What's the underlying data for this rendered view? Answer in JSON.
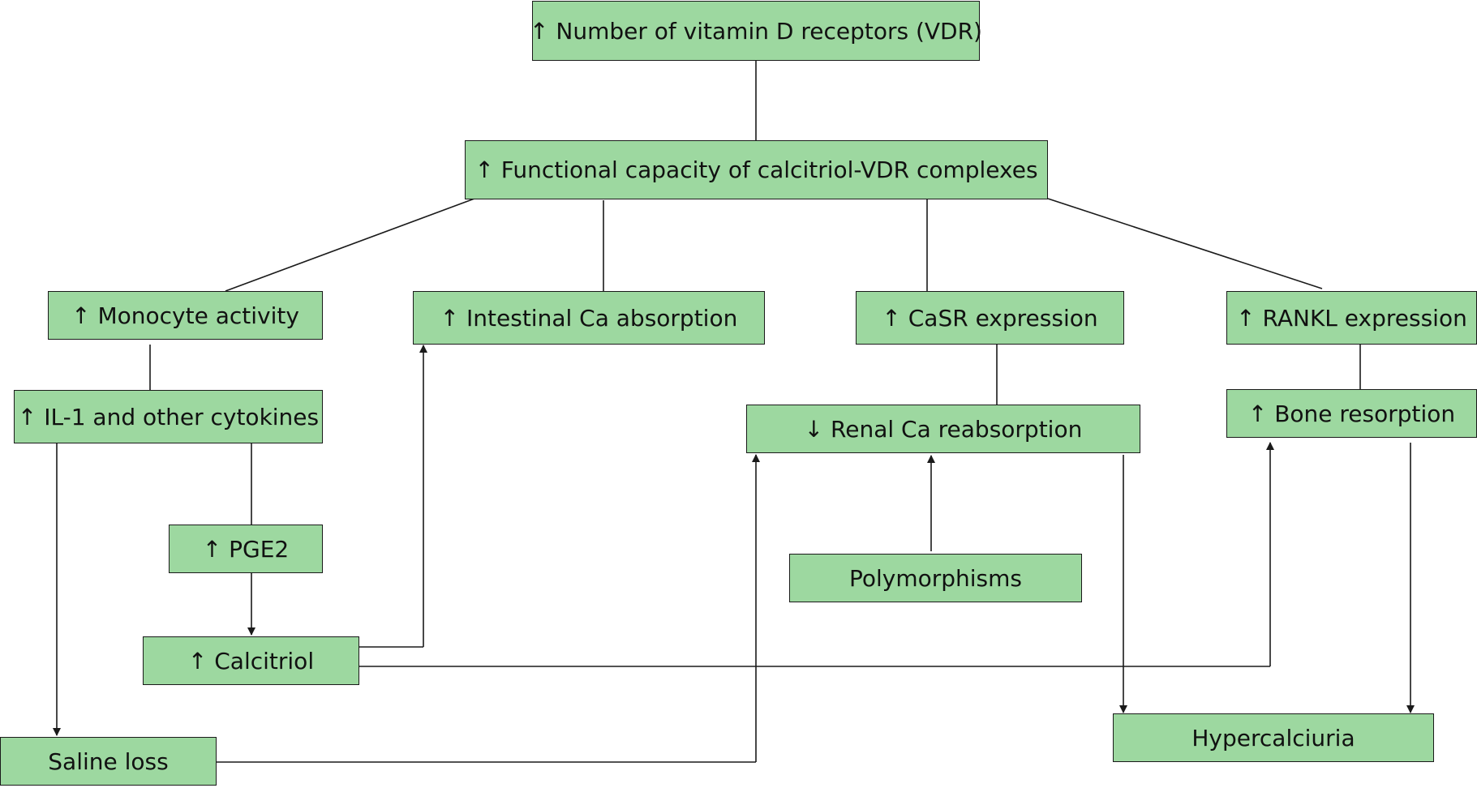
{
  "colors": {
    "box_fill": "#9dd8a0",
    "box_border": "#1a1a1a",
    "line": "#1a1a1a",
    "text": "#111111"
  },
  "nodes": {
    "vdr": "↑ Number of vitamin D receptors (VDR)",
    "functional": "↑ Functional capacity of calcitriol-VDR complexes",
    "monocyte": "↑ Monocyte activity",
    "intestinal": "↑ Intestinal Ca absorption",
    "casr": "↑ CaSR expression",
    "rankl": "↑ RANKL expression",
    "il1": "↑ IL-1 and other cytokines",
    "renal": "↓ Renal Ca reabsorption",
    "bone": "↑ Bone resorption",
    "pge2": "↑ PGE2",
    "polymorphisms": "Polymorphisms",
    "calcitriol": "↑ Calcitriol",
    "saline": "Saline loss",
    "hypercalciuria": "Hypercalciuria"
  }
}
